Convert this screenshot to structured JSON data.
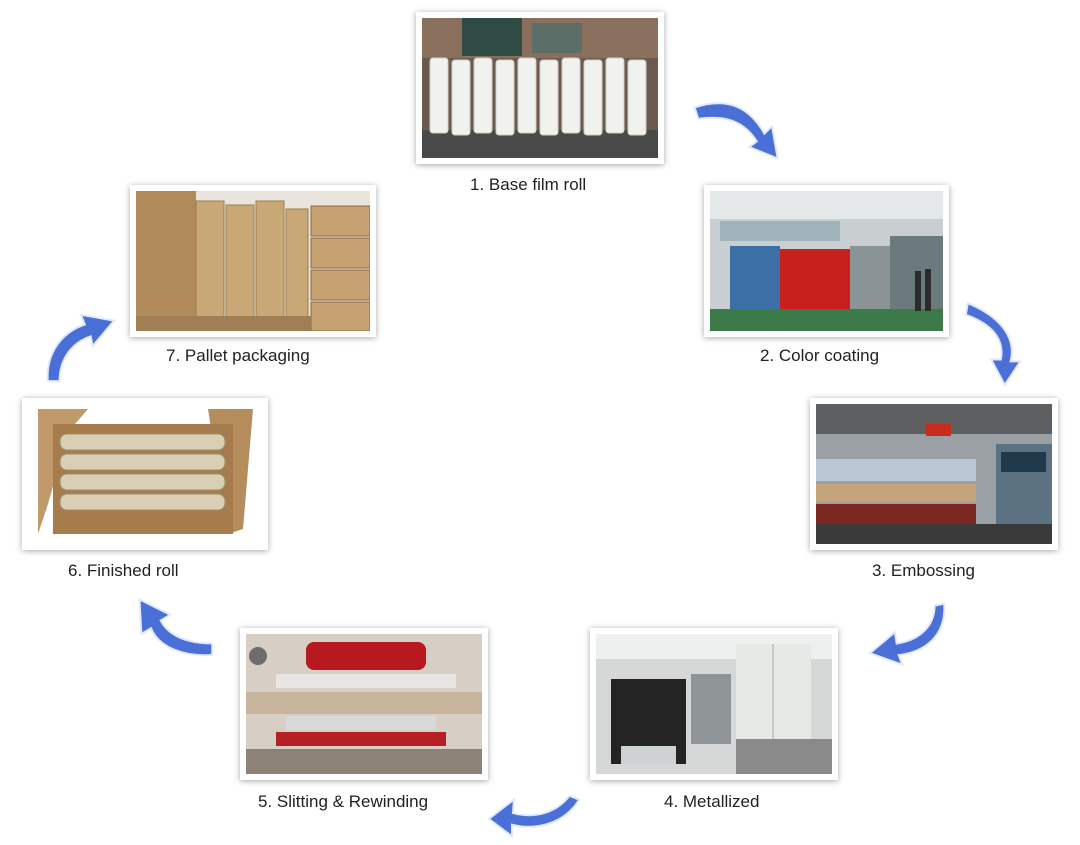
{
  "steps": [
    {
      "label": "1. Base film roll"
    },
    {
      "label": "2. Color coating"
    },
    {
      "label": "3. Embossing"
    },
    {
      "label": "4. Metallized"
    },
    {
      "label": "5. Slitting & Rewinding"
    },
    {
      "label": "6. Finished roll"
    },
    {
      "label": "7. Pallet packaging"
    }
  ],
  "colors": {
    "arrow": "#4a6fd6",
    "arrow_light": "#dfe7fb"
  }
}
